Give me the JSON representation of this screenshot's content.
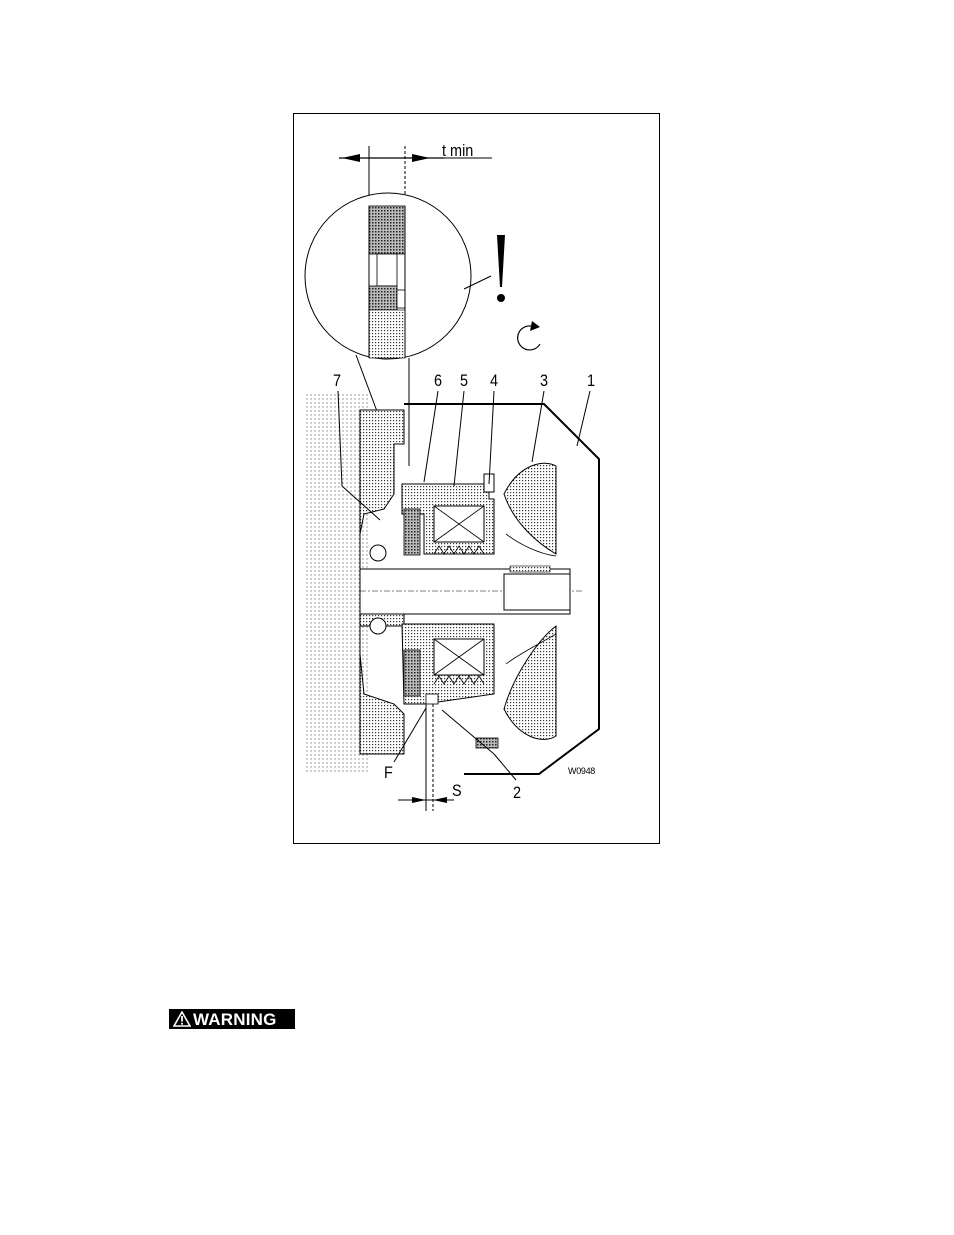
{
  "figure": {
    "dimension_tmin": "t min",
    "dimension_s": "S",
    "exclamation": "!",
    "drawing_code": "W0948",
    "callouts": {
      "n1": "1",
      "n2": "2",
      "n3": "3",
      "n4": "4",
      "n5": "5",
      "n6": "6",
      "n7": "7",
      "nF": "F"
    }
  },
  "warning": {
    "label": "WARNING",
    "icon": "warning-triangle-icon",
    "background": "#000000",
    "text_color": "#ffffff"
  }
}
